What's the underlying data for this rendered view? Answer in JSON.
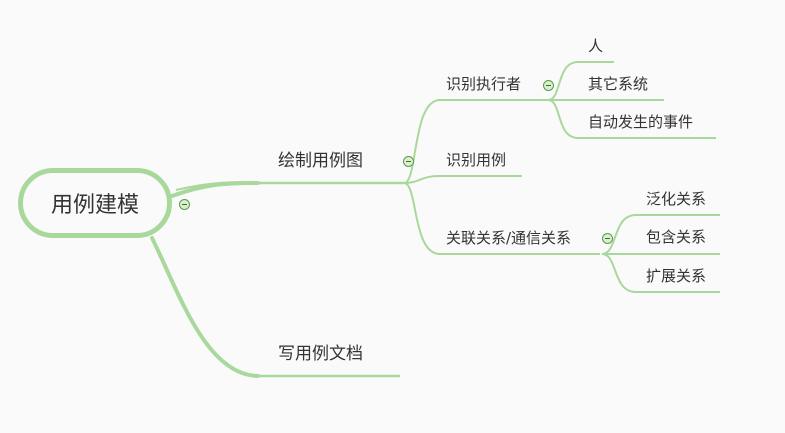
{
  "root": {
    "label": "用例建模",
    "children": [
      {
        "label": "绘制用例图",
        "children": [
          {
            "label": "识别执行者",
            "children": [
              {
                "label": "人"
              },
              {
                "label": "其它系统"
              },
              {
                "label": "自动发生的事件"
              }
            ]
          },
          {
            "label": "识别用例"
          },
          {
            "label": "关联关系/通信关系",
            "children": [
              {
                "label": "泛化关系"
              },
              {
                "label": "包含关系"
              },
              {
                "label": "扩展关系"
              }
            ]
          }
        ]
      },
      {
        "label": "写用例文档"
      }
    ]
  },
  "colors": {
    "branch": "#a9d89c",
    "text": "#333333",
    "background": "#fbfafb"
  },
  "icons": {
    "collapse": "collapse-toggle-icon"
  }
}
